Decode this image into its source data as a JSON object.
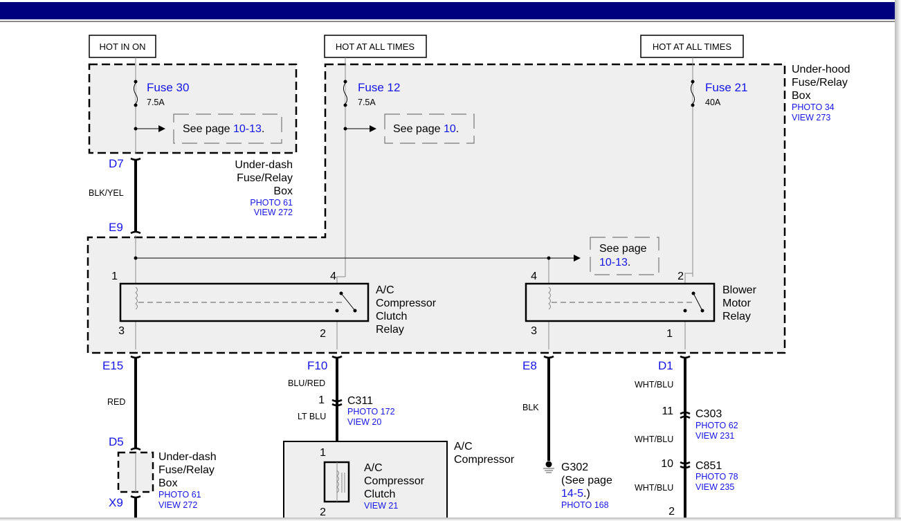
{
  "colors": {
    "header": "#00007f",
    "link": "#1414e6",
    "box_fill": "#efefef"
  },
  "power": {
    "hot_in_on": "HOT IN ON",
    "hot_at_all_times_1": "HOT AT ALL TIMES",
    "hot_at_all_times_2": "HOT AT ALL TIMES"
  },
  "fuses": [
    {
      "name": "Fuse 30",
      "rating": "7.5A",
      "see": "See page ",
      "page": "10-13",
      "end": "."
    },
    {
      "name": "Fuse 12",
      "rating": "7.5A",
      "see": "See page ",
      "page": "10",
      "end": "."
    },
    {
      "name": "Fuse 21",
      "rating": "40A"
    }
  ],
  "underdash_box": {
    "l1": "Under-dash",
    "l2": "Fuse/Relay",
    "l3": "Box",
    "photo": "PHOTO 61",
    "view": "VIEW 272"
  },
  "underhood_box": {
    "l1": "Under-hood",
    "l2": "Fuse/Relay",
    "l3": "Box",
    "photo": "PHOTO 34",
    "view": "VIEW 273"
  },
  "terminals": {
    "d7": "D7",
    "e9": "E9",
    "e15": "E15",
    "f10": "F10",
    "e8": "E8",
    "d1": "D1",
    "d5": "D5",
    "x9": "X9"
  },
  "wires": {
    "blk_yel": "BLK/YEL",
    "red": "RED",
    "blu_red": "BLU/RED",
    "lt_blu": "LT BLU",
    "blk": "BLK",
    "wht_blu_1": "WHT/BLU",
    "wht_blu_2": "WHT/BLU",
    "wht_blu_3": "WHT/BLU"
  },
  "see_page_mid": {
    "l1": "See page",
    "page": "10-13",
    "end": "."
  },
  "ac_relay": {
    "l1": "A/C",
    "l2": "Compressor",
    "l3": "Clutch",
    "l4": "Relay",
    "pin1": "1",
    "pin4": "4",
    "pin3": "3",
    "pin2": "2"
  },
  "blower_relay": {
    "l1": "Blower",
    "l2": "Motor",
    "l3": "Relay",
    "pin4": "4",
    "pin2": "2",
    "pin3": "3",
    "pin1": "1"
  },
  "c311": {
    "pin": "1",
    "name": "C311",
    "photo": "PHOTO 172",
    "view": "VIEW 20"
  },
  "underdash_box_2": {
    "l1": "Under-dash",
    "l2": "Fuse/Relay",
    "l3": "Box",
    "photo": "PHOTO 61",
    "view": "VIEW 272"
  },
  "compressor": {
    "l1": "A/C",
    "l2": "Compressor",
    "pin1": "1",
    "pin2": "2",
    "clutch_l1": "A/C",
    "clutch_l2": "Compressor",
    "clutch_l3": "Clutch",
    "clutch_view": "VIEW 21"
  },
  "ground": {
    "name": "G302",
    "l2": "(See page",
    "page": "14-5",
    "end": ".)",
    "photo": "PHOTO 168"
  },
  "c303": {
    "pin": "11",
    "name": "C303",
    "photo": "PHOTO 62",
    "view": "VIEW 231"
  },
  "c851": {
    "pin": "10",
    "name": "C851",
    "photo": "PHOTO 78",
    "view": "VIEW 235",
    "next_pin": "2"
  }
}
